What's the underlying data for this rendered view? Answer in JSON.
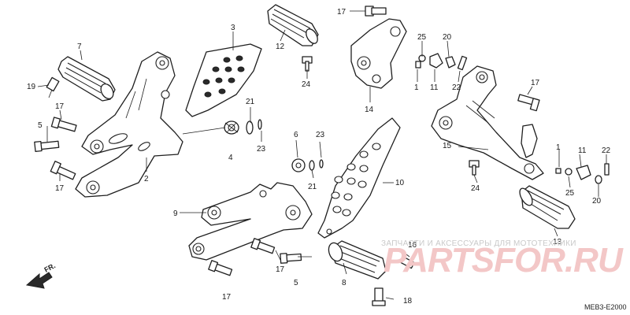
{
  "watermark": {
    "tagline": "ЗАПЧАСТИ И АКСЕССУАРЫ ДЛЯ МОТОТЕХНИКИ",
    "logo": "PARTSFOR.RU"
  },
  "diagram_code": "MEB3-E2000",
  "front_indicator": "FR.",
  "callouts": {
    "c1a": "1",
    "c1b": "1",
    "c2": "2",
    "c3": "3",
    "c4": "4",
    "c5a": "5",
    "c5b": "5",
    "c6": "6",
    "c7": "7",
    "c8": "8",
    "c9": "9",
    "c10": "10",
    "c11a": "11",
    "c11b": "11",
    "c12": "12",
    "c13": "13",
    "c14": "14",
    "c15": "15",
    "c16": "16",
    "c17a": "17",
    "c17b": "17",
    "c17c": "17",
    "c17d": "17",
    "c17e": "17",
    "c17f": "17",
    "c18": "18",
    "c19": "19",
    "c20a": "20",
    "c20b": "20",
    "c21a": "21",
    "c21b": "21",
    "c22a": "22",
    "c22b": "22",
    "c23a": "23",
    "c23b": "23",
    "c24a": "24",
    "c24b": "24",
    "c25a": "25",
    "c25b": "25"
  }
}
